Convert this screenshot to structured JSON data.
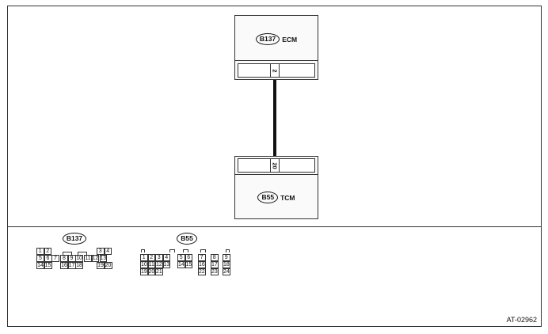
{
  "diagram": {
    "ecm": {
      "connector": "B137",
      "name": "ECM",
      "pin": "2"
    },
    "tcm": {
      "connector": "B55",
      "name": "TCM",
      "pin": "20"
    },
    "doc_id": "AT-02962"
  },
  "connectors": {
    "b137": {
      "label": "B137",
      "rows": [
        [
          "1",
          "2",
          "",
          "",
          "",
          "",
          "",
          "",
          "3",
          "4"
        ],
        [
          "5",
          "6",
          "7",
          "8",
          "9",
          "10",
          "11",
          "12",
          "13"
        ],
        [
          "14",
          "15",
          "",
          "16",
          "17",
          "18",
          "",
          "19",
          "20"
        ]
      ]
    },
    "b55": {
      "label": "B55",
      "row1": [
        "1",
        "2",
        "3",
        "4",
        "5",
        "6",
        "7",
        "8",
        "9"
      ],
      "row2": [
        "10",
        "11",
        "12",
        "13",
        "14",
        "15",
        "16",
        "17",
        "18"
      ],
      "row3": [
        "19",
        "20",
        "21",
        "22",
        "23",
        "24"
      ]
    }
  }
}
